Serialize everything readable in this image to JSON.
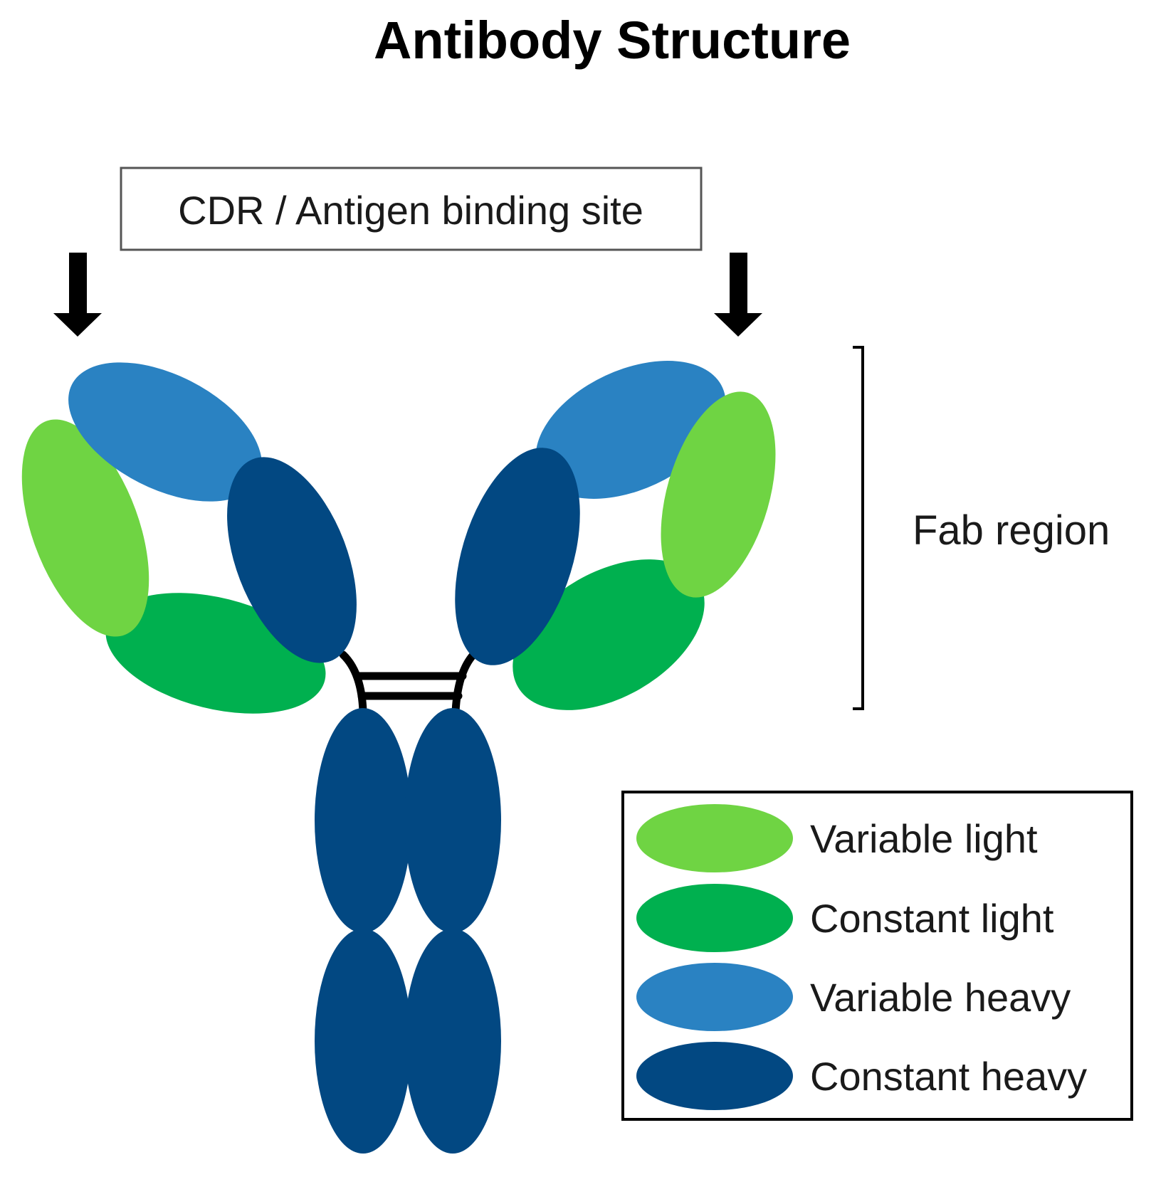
{
  "title": "Antibody Structure",
  "cdr_label": "CDR / Antigen binding site",
  "fab_label": "Fab region",
  "legend": {
    "items": [
      {
        "label": "Variable light",
        "color": "#6FD443"
      },
      {
        "label": "Constant light",
        "color": "#00B04F"
      },
      {
        "label": "Variable heavy",
        "color": "#2A82C2"
      },
      {
        "label": "Constant heavy",
        "color": "#024882"
      }
    ]
  },
  "colors": {
    "variable_light": "#6FD443",
    "constant_light": "#00B04F",
    "variable_heavy": "#2A82C2",
    "constant_heavy": "#024882",
    "linker": "#000000"
  }
}
